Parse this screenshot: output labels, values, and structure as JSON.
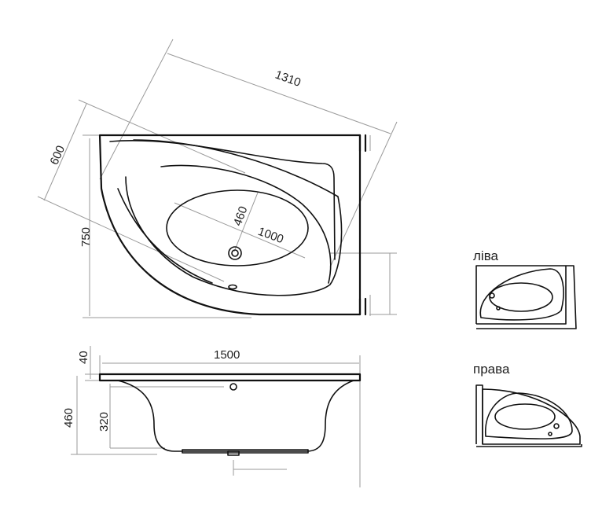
{
  "dimensions": {
    "diag_1310": "1310",
    "diag_600": "600",
    "height_750": "750",
    "bowl_460": "460",
    "bowl_1000": "1000",
    "length_1500": "1500",
    "rim_40": "40",
    "depth_460": "460",
    "depth_320": "320"
  },
  "variants": {
    "left_label": "ліва",
    "right_label": "права"
  }
}
